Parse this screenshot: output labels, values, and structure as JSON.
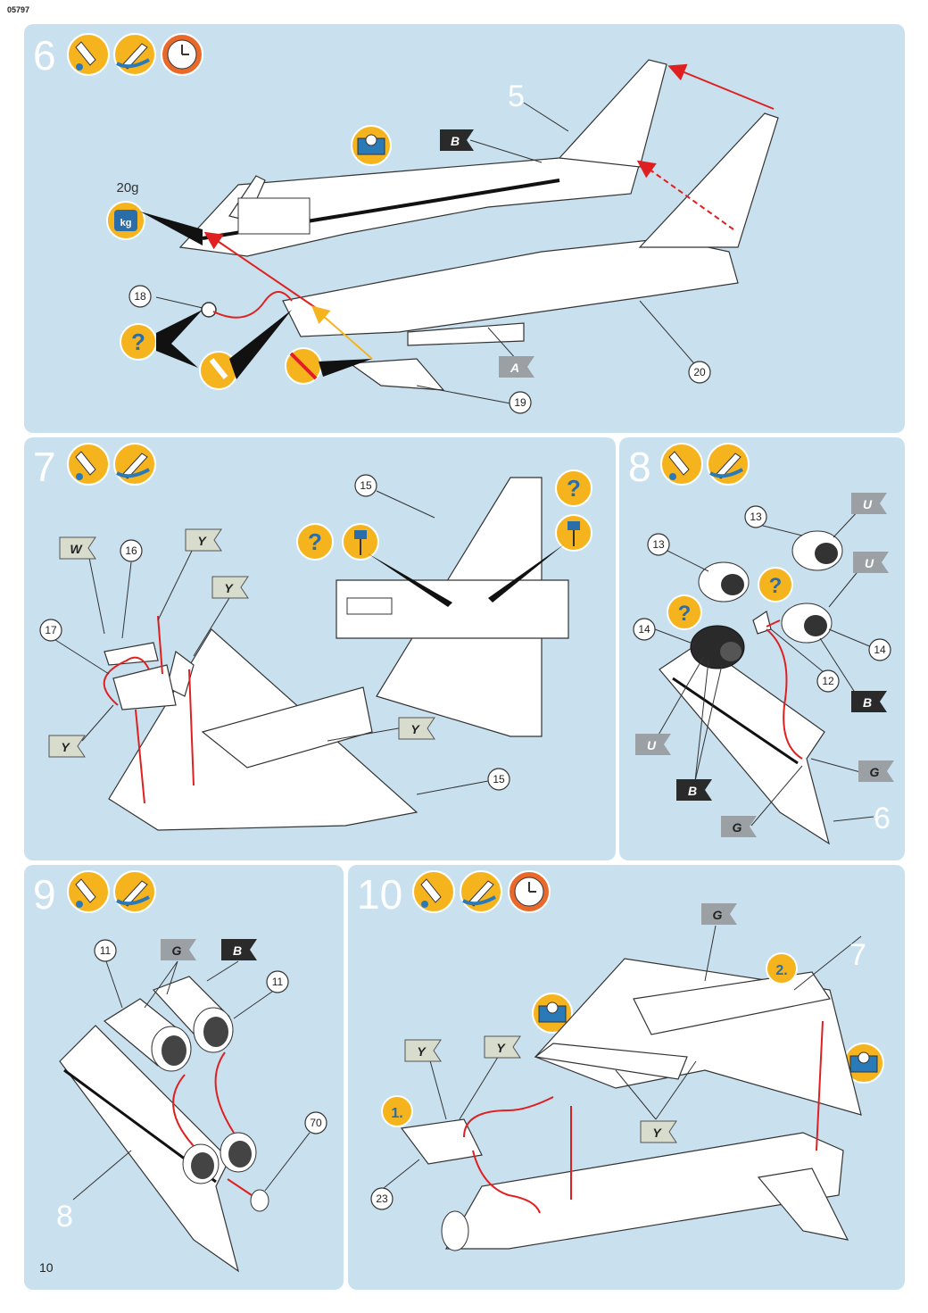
{
  "document_code": "05797",
  "page_number": "10",
  "steps": {
    "s6": {
      "number": "6",
      "weight": "20g",
      "kg": "kg",
      "parts": [
        "18",
        "19",
        "20"
      ],
      "ref": "5",
      "flags": [
        "B",
        "A"
      ]
    },
    "s7": {
      "number": "7",
      "parts": [
        "15",
        "16",
        "17",
        "15"
      ],
      "flags": [
        "W",
        "Y",
        "Y",
        "Y",
        "Y"
      ]
    },
    "s8": {
      "number": "8",
      "parts": [
        "13",
        "13",
        "14",
        "14",
        "12"
      ],
      "ref": "6",
      "flags": [
        "U",
        "U",
        "U",
        "B",
        "B",
        "G",
        "G"
      ]
    },
    "s9": {
      "number": "9",
      "parts": [
        "11",
        "11",
        "70"
      ],
      "ref": "8",
      "flags": [
        "G",
        "B"
      ]
    },
    "s10": {
      "number": "10",
      "parts": [
        "23"
      ],
      "ref": "7",
      "flags": [
        "G",
        "Y",
        "Y",
        "Y"
      ],
      "order": [
        "1.",
        "2."
      ]
    }
  },
  "icons": {
    "glue": "glue-icon",
    "paint": "paint-icon",
    "clock": "clock-icon",
    "help": "help-icon",
    "weight": "weight-icon",
    "tape": "tape-icon",
    "drill": "drill-icon",
    "no_glue": "no-glue-icon"
  },
  "colors": {
    "panel": "#c9e1ef",
    "icon": "#f5b41e",
    "arrow": "#e02020",
    "flag_dark": "#2a2a2a",
    "flag_light": "#d7dccc",
    "flag_mid": "#9aa0a4"
  }
}
